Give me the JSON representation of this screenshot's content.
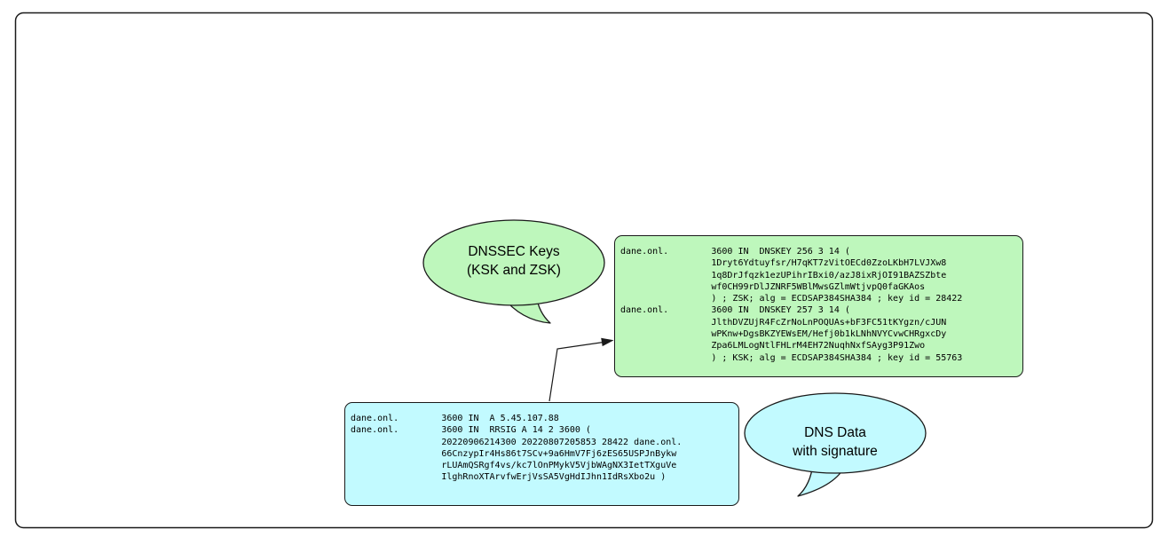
{
  "colors": {
    "keys_fill": "#bef7bc",
    "data_fill": "#c2faff",
    "stroke": "#1a1a1a"
  },
  "keys_bubble": {
    "line1": "DNSSEC Keys",
    "line2": "(KSK and ZSK)"
  },
  "data_bubble": {
    "line1": "DNS Data",
    "line2": "with signature"
  },
  "boxes": {
    "dnskey": {
      "content": "dane.onl.        3600 IN  DNSKEY 256 3 14 (\n                 1Dryt6Ydtuyfsr/H7qKT7zVitOECd0ZzoLKbH7LVJXw8\n                 1q8DrJfqzk1ezUPihrIBxi0/azJ8ixRjOI91BAZSZbte\n                 wf0CH99rDlJZNRF5WBlMwsGZlmWtjvpQ0faGKAos\n                 ) ; ZSK; alg = ECDSAP384SHA384 ; key id = 28422\ndane.onl.        3600 IN  DNSKEY 257 3 14 (\n                 JlthDVZUjR4FcZrNoLnPOQUAs+bF3FC51tKYgzn/cJUN\n                 wPKnw+DgsBKZYEWsEM/Hefj0b1kLNhNVYCvwCHRgxcDy\n                 Zpa6LMLogNtlFHLrM4EH72NuqhNxfSAyg3P91Zwo\n                 ) ; KSK; alg = ECDSAP384SHA384 ; key id = 55763"
    },
    "dns_data": {
      "content": "dane.onl.        3600 IN  A 5.45.107.88\ndane.onl.        3600 IN  RRSIG A 14 2 3600 (\n                 20220906214300 20220807205853 28422 dane.onl.\n                 66CnzypIr4Hs86t7SCv+9a6HmV7Fj6zES65USPJnBykw\n                 rLUAmQSRgf4vs/kc7lOnPMykV5VjbWAgNX3IetTXguVe\n                 IlghRnoXTArvfwErjVsSA5VgHdIJhn1IdRsXbo2u )"
    }
  }
}
